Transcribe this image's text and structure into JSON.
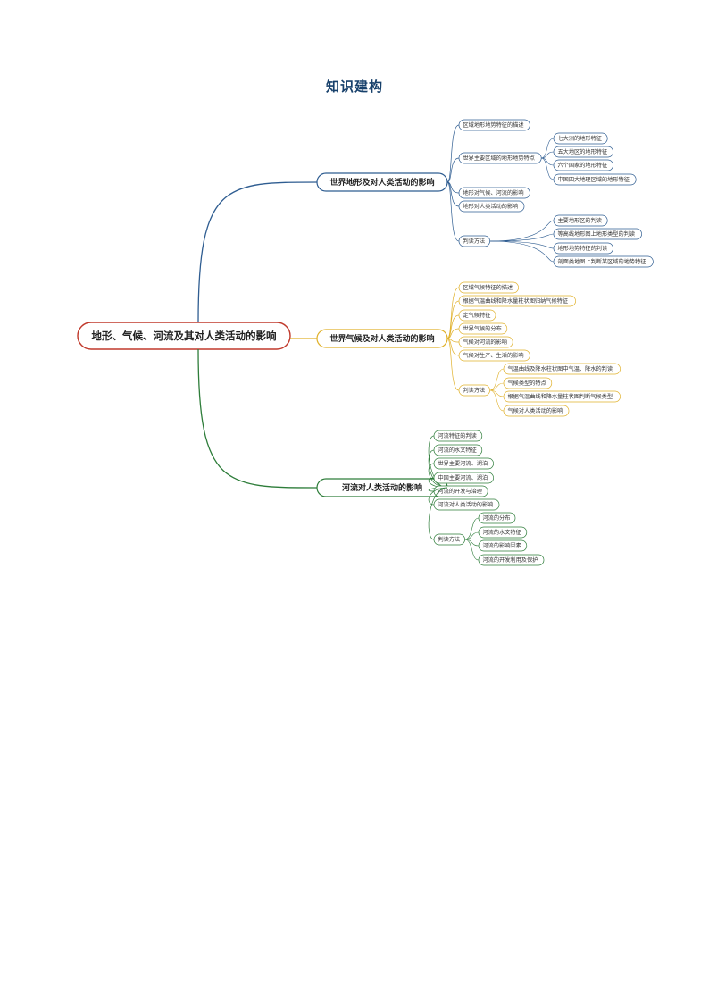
{
  "page": {
    "title": "知识建构"
  },
  "mindmap": {
    "root": {
      "label": "地形、气候、河流及其对人类活动的影响",
      "color": "#c0392b"
    },
    "branches": [
      {
        "label": "世界地形及对人类活动的影响",
        "color": "#2f5d91",
        "items": [
          {
            "label": "区域地形地势特征的描述"
          },
          {
            "label": "世界主要区域的地形地势特点",
            "children": [
              "七大洲的地形特征",
              "五大地区的地形特征",
              "六个国家的地形特征",
              "中国四大地理区域的地形特征"
            ]
          },
          {
            "label": "地形对气候、河流的影响"
          },
          {
            "label": "地形对人类活动的影响"
          },
          {
            "label": "判读方法",
            "children": [
              "主要地形区的判读",
              "等高线地形图上地形类型的判读",
              "地形地势特征的判读",
              "剖面类地图上判断某区域的地势特征"
            ]
          }
        ]
      },
      {
        "label": "世界气候及对人类活动的影响",
        "color": "#e0b12b",
        "items": [
          {
            "label": "区域气候特征的描述"
          },
          {
            "label": "根据气温曲线和降水量柱状图归纳气候特征"
          },
          {
            "label": "定气候特征"
          },
          {
            "label": "世界气候的分布"
          },
          {
            "label": "气候对河流的影响"
          },
          {
            "label": "气候对生产、生活的影响"
          },
          {
            "label": "判读方法",
            "children": [
              "气温曲线及降水柱状图中气温、降水的判读",
              "气候类型的特点",
              "根据气温曲线和降水量柱状图判断气候类型",
              "气候对人类活动的影响"
            ]
          }
        ]
      },
      {
        "label": "河流对人类活动的影响",
        "color": "#2e7d3a",
        "items": [
          {
            "label": "河流特征的判读"
          },
          {
            "label": "河流的水文特征"
          },
          {
            "label": "世界主要河流、湖泊"
          },
          {
            "label": "中国主要河流、湖泊"
          },
          {
            "label": "河流的开发与治理"
          },
          {
            "label": "河流对人类活动的影响"
          },
          {
            "label": "判读方法",
            "children": [
              "河流的分布",
              "河流的水文特征",
              "河流的影响因素",
              "河流的开发利用及保护"
            ]
          }
        ]
      }
    ]
  }
}
